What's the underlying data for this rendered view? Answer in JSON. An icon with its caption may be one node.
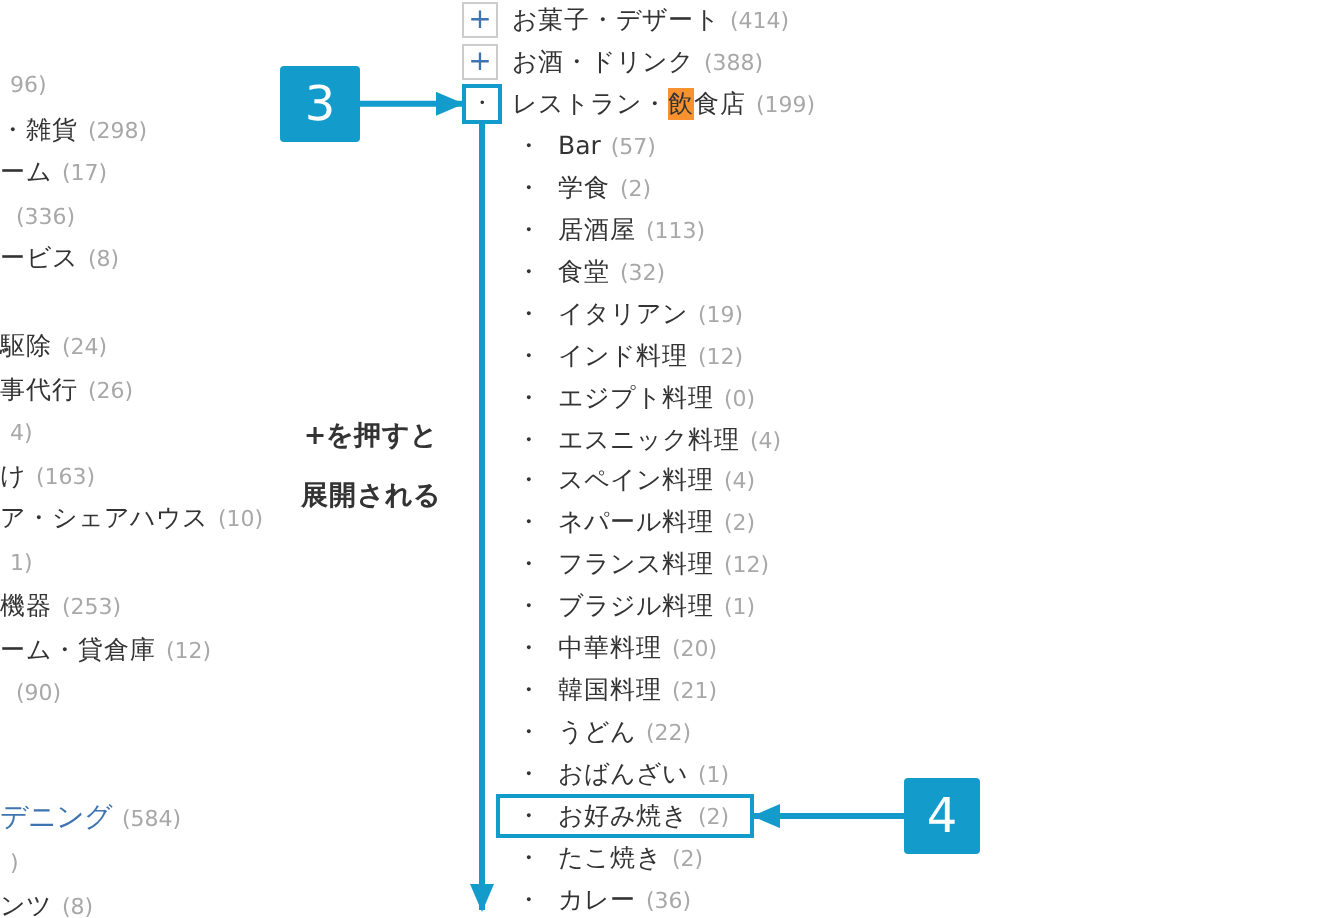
{
  "diagram": {
    "nodes": [
      {
        "text": [
          "3"
        ]
      },
      {
        "text": [
          "+"
        ]
      },
      {
        "text": [
          "+"
        ]
      },
      {
        "text": [
          "・"
        ]
      },
      {
        "text": [
          "・",
          "お好み焼き",
          "(2)"
        ]
      },
      {
        "text": [
          "4"
        ]
      }
    ],
    "edges": [
      {
        "from": 0,
        "to": 3,
        "arrow": "to"
      },
      {
        "from": 5,
        "to": 4,
        "arrow": "to"
      },
      {
        "from": 3,
        "to": null,
        "arrow": "to",
        "label": "+を押すと展開される"
      }
    ],
    "labels": [
      "96)",
      "・雑貨",
      "(298)",
      "ーム",
      "(17)",
      "(336)",
      "ービス",
      "(8)",
      "駆除",
      "(24)",
      "事代行",
      "(26)",
      "4)",
      "け",
      "(163)",
      "ア・シェアハウス",
      "(10)",
      "1)",
      "機器",
      "(253)",
      "ーム・貸倉庫",
      "(12)",
      "(90)",
      "デニング",
      "(584)",
      ")",
      "ンツ",
      "(8)",
      "お菓子・デザート",
      "(414)",
      "お酒・ドリンク",
      "(388)",
      "レストラン・",
      "飲",
      "食店",
      "(199)",
      "・",
      "Bar",
      "(57)",
      "・",
      "学食",
      "(2)",
      "・",
      "居酒屋",
      "(113)",
      "・",
      "食堂",
      "(32)",
      "・",
      "イタリアン",
      "(19)",
      "・",
      "インド料理",
      "(12)",
      "・",
      "エジプト料理",
      "(0)",
      "・",
      "エスニック料理",
      "(4)",
      "・",
      "スペイン料理",
      "(4)",
      "・",
      "ネパール料理",
      "(2)",
      "・",
      "フランス料理",
      "(12)",
      "・",
      "ブラジル料理",
      "(1)",
      "・",
      "中華料理",
      "(20)",
      "・",
      "韓国料理",
      "(21)",
      "・",
      "うどん",
      "(22)",
      "・",
      "おばんざい",
      "(1)",
      "・",
      "たこ焼き",
      "(2)",
      "・",
      "カレー",
      "(36)"
    ]
  }
}
